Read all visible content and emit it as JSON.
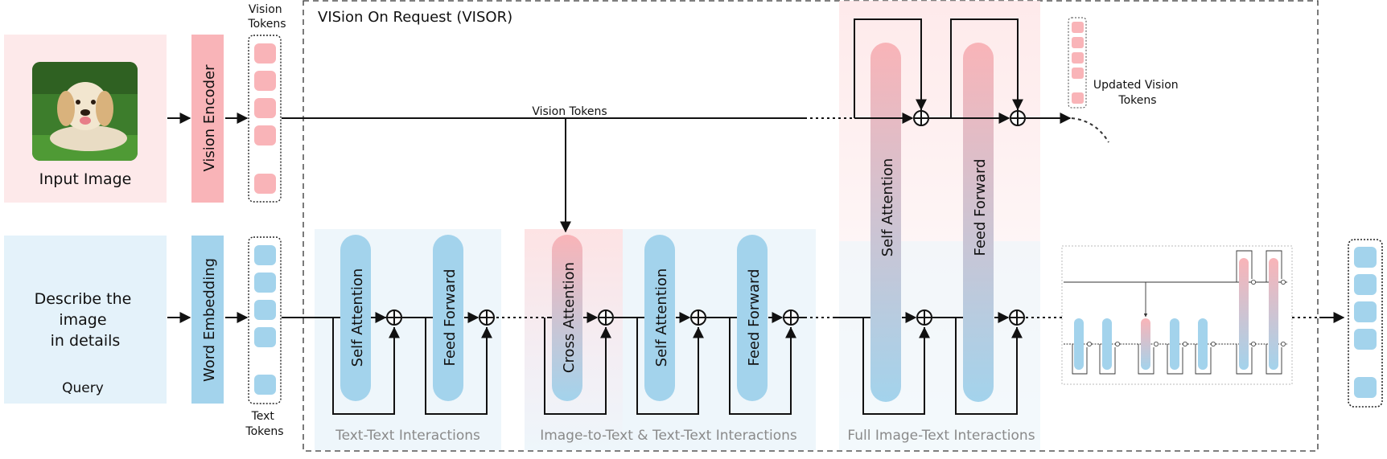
{
  "title": "VISion On Request (VISOR)",
  "inputs": {
    "image_caption": "Input Image",
    "query_text": [
      "Describe the",
      "image",
      "in details"
    ],
    "query_caption": "Query",
    "photo_icon": "puppy-photo"
  },
  "encoders": {
    "vision": "Vision Encoder",
    "word": "Word Embedding"
  },
  "tokens": {
    "vision_top": [
      "Vision",
      "Tokens"
    ],
    "text_bottom": [
      "Text",
      "Tokens"
    ],
    "vision_line": "Vision Tokens",
    "updated": [
      "Updated Vision",
      "Tokens"
    ]
  },
  "groups": {
    "text_text": "Text-Text Interactions",
    "image_text": "Image-to-Text & Text-Text Interactions",
    "full": "Full Image-Text Interactions"
  },
  "blocks": {
    "self_attention": "Self Attention",
    "feed_forward": "Feed Forward",
    "cross_attention": "Cross Attention"
  },
  "colors": {
    "pink": "#f9b4b8",
    "blue": "#a3d3ec",
    "pink_bg": "#fde9ea",
    "blue_bg": "#e4f2fa",
    "group_bg": "#eef6fb"
  }
}
